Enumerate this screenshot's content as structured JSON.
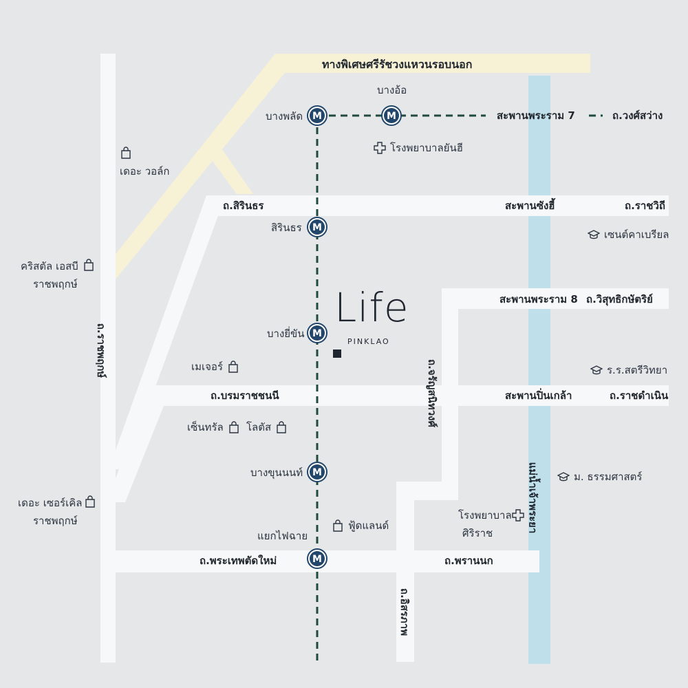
{
  "expressway": {
    "label": "ทางพิเศษศรีรัชวงแหวนรอบนอก"
  },
  "roads": {
    "sirinthon": "ถ.สิรินธร",
    "boromratchachonnani": "ถ.บรมราชชนนี",
    "phrakhet": "ถ.พระเทพตัดใหม่",
    "phrannok": "ถ.พรานนก",
    "ratchaphruek": "ถ.ราชพฤกษ์",
    "charansanitwong": "ถ.จรัญสนิทวงศ์",
    "itsaraphap": "ถ.อิสรภาพ",
    "wongsawang": "ถ.วงศ์สว่าง",
    "ratchawithi": "ถ.ราชวิถี",
    "wisutkasat": "ถ.วิสุทธิกษัตริย์",
    "ratchadamnoen": "ถ.ราชดำเนิน"
  },
  "bridges": {
    "rama7": "สะพานพระราม 7",
    "sanghi": "สะพานซังฮี้",
    "rama8": "สะพานพระราม 8",
    "pinklao": "สะพานปิ่นเกล้า"
  },
  "river": {
    "label": "แม่น้ำเจ้าพระยา"
  },
  "stations": [
    {
      "name": "บางพลัด",
      "marker": "M"
    },
    {
      "name": "บางอ้อ",
      "marker": "M"
    },
    {
      "name": "สิรินธร",
      "marker": "M"
    },
    {
      "name": "บางยี่ขัน",
      "marker": "M"
    },
    {
      "name": "บางขุนนนท์",
      "marker": "M"
    },
    {
      "name": "แยกไฟฉาย",
      "marker": "M"
    }
  ],
  "pois": {
    "yanhee": "โรงพยาบาลยันฮี",
    "thewalk": "เดอะ วอล์ก",
    "crystal_1": "คริสตัล เอสบี",
    "crystal_2": "ราชพฤกษ์",
    "saint_gabriel": "เซนต์คาเบรียล",
    "major": "เมเจอร์",
    "satri": "ร.ร.สตรีวิทยา",
    "central": "เซ็นทรัล",
    "lotus": "โลตัส",
    "circle_1": "เดอะ เซอร์เคิล",
    "circle_2": "ราชพฤกษ์",
    "thammasat": "ม. ธรรมศาสตร์",
    "foodland": "ฟู้ดแลนด์",
    "siriraj_1": "โรงพยาบาล",
    "siriraj_2": "ศิริราช"
  },
  "logo": {
    "title": "Life",
    "subtitle": "PINKLAO"
  },
  "colors": {
    "background": "#e6e7e9",
    "road": "#f7f8f9",
    "expressway": "#f7f2d6",
    "river": "#bfe0ea",
    "metro_line": "#1f4a3c",
    "station": "#22476a"
  }
}
